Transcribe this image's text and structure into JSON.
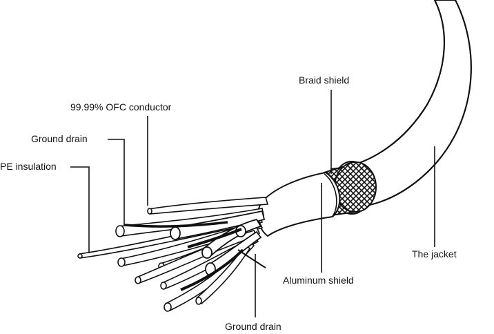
{
  "diagram": {
    "labels": {
      "braid_shield": "Braid shield",
      "ofc_conductor": "99.99% OFC conductor",
      "ground_drain_top": "Ground drain",
      "pe_insulation": "PE insulation",
      "the_jacket": "The jacket",
      "aluminum_shield": "Aluminum shield",
      "ground_drain_bottom": "Ground drain"
    }
  }
}
